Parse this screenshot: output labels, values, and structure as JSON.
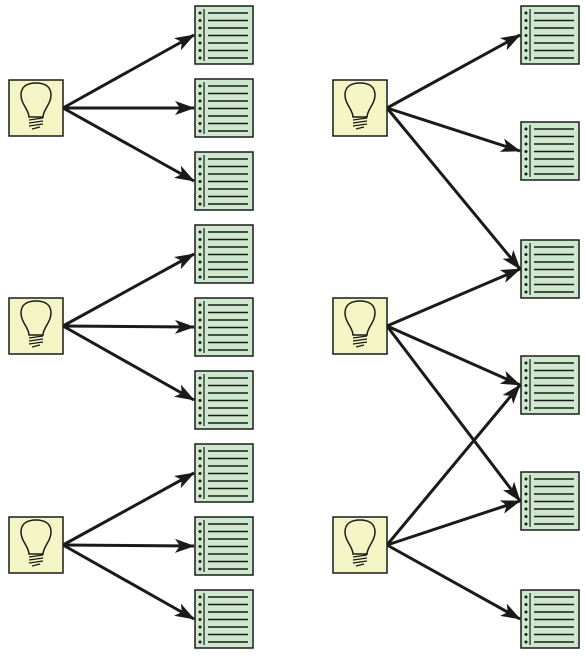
{
  "diagram": {
    "colors": {
      "idea_fill": "#f3f6c4",
      "doc_fill": "#cde8cd",
      "stroke": "#1a1a1a",
      "background": "#ffffff"
    },
    "icons": {
      "idea": "lightbulb-icon",
      "document": "document-list-icon"
    },
    "ideas": [
      {
        "id": "i1",
        "group": "left"
      },
      {
        "id": "i2",
        "group": "left"
      },
      {
        "id": "i3",
        "group": "left"
      },
      {
        "id": "i4",
        "group": "right"
      },
      {
        "id": "i5",
        "group": "right"
      },
      {
        "id": "i6",
        "group": "right"
      }
    ],
    "documents": [
      {
        "id": "d1",
        "group": "left"
      },
      {
        "id": "d2",
        "group": "left"
      },
      {
        "id": "d3",
        "group": "left"
      },
      {
        "id": "d4",
        "group": "left"
      },
      {
        "id": "d5",
        "group": "left"
      },
      {
        "id": "d6",
        "group": "left"
      },
      {
        "id": "d7",
        "group": "left"
      },
      {
        "id": "d8",
        "group": "left"
      },
      {
        "id": "d9",
        "group": "left"
      },
      {
        "id": "r1",
        "group": "right"
      },
      {
        "id": "r2",
        "group": "right"
      },
      {
        "id": "r3",
        "group": "right"
      },
      {
        "id": "r4",
        "group": "right"
      },
      {
        "id": "r5",
        "group": "right"
      },
      {
        "id": "r6",
        "group": "right"
      }
    ],
    "edges": [
      {
        "from": "i1",
        "to": "d1"
      },
      {
        "from": "i1",
        "to": "d2"
      },
      {
        "from": "i1",
        "to": "d3"
      },
      {
        "from": "i2",
        "to": "d4"
      },
      {
        "from": "i2",
        "to": "d5"
      },
      {
        "from": "i2",
        "to": "d6"
      },
      {
        "from": "i3",
        "to": "d7"
      },
      {
        "from": "i3",
        "to": "d8"
      },
      {
        "from": "i3",
        "to": "d9"
      },
      {
        "from": "i4",
        "to": "r1"
      },
      {
        "from": "i4",
        "to": "r2"
      },
      {
        "from": "i4",
        "to": "r3"
      },
      {
        "from": "i5",
        "to": "r3"
      },
      {
        "from": "i5",
        "to": "r4"
      },
      {
        "from": "i5",
        "to": "r5"
      },
      {
        "from": "i6",
        "to": "r4"
      },
      {
        "from": "i6",
        "to": "r5"
      },
      {
        "from": "i6",
        "to": "r6"
      }
    ]
  }
}
